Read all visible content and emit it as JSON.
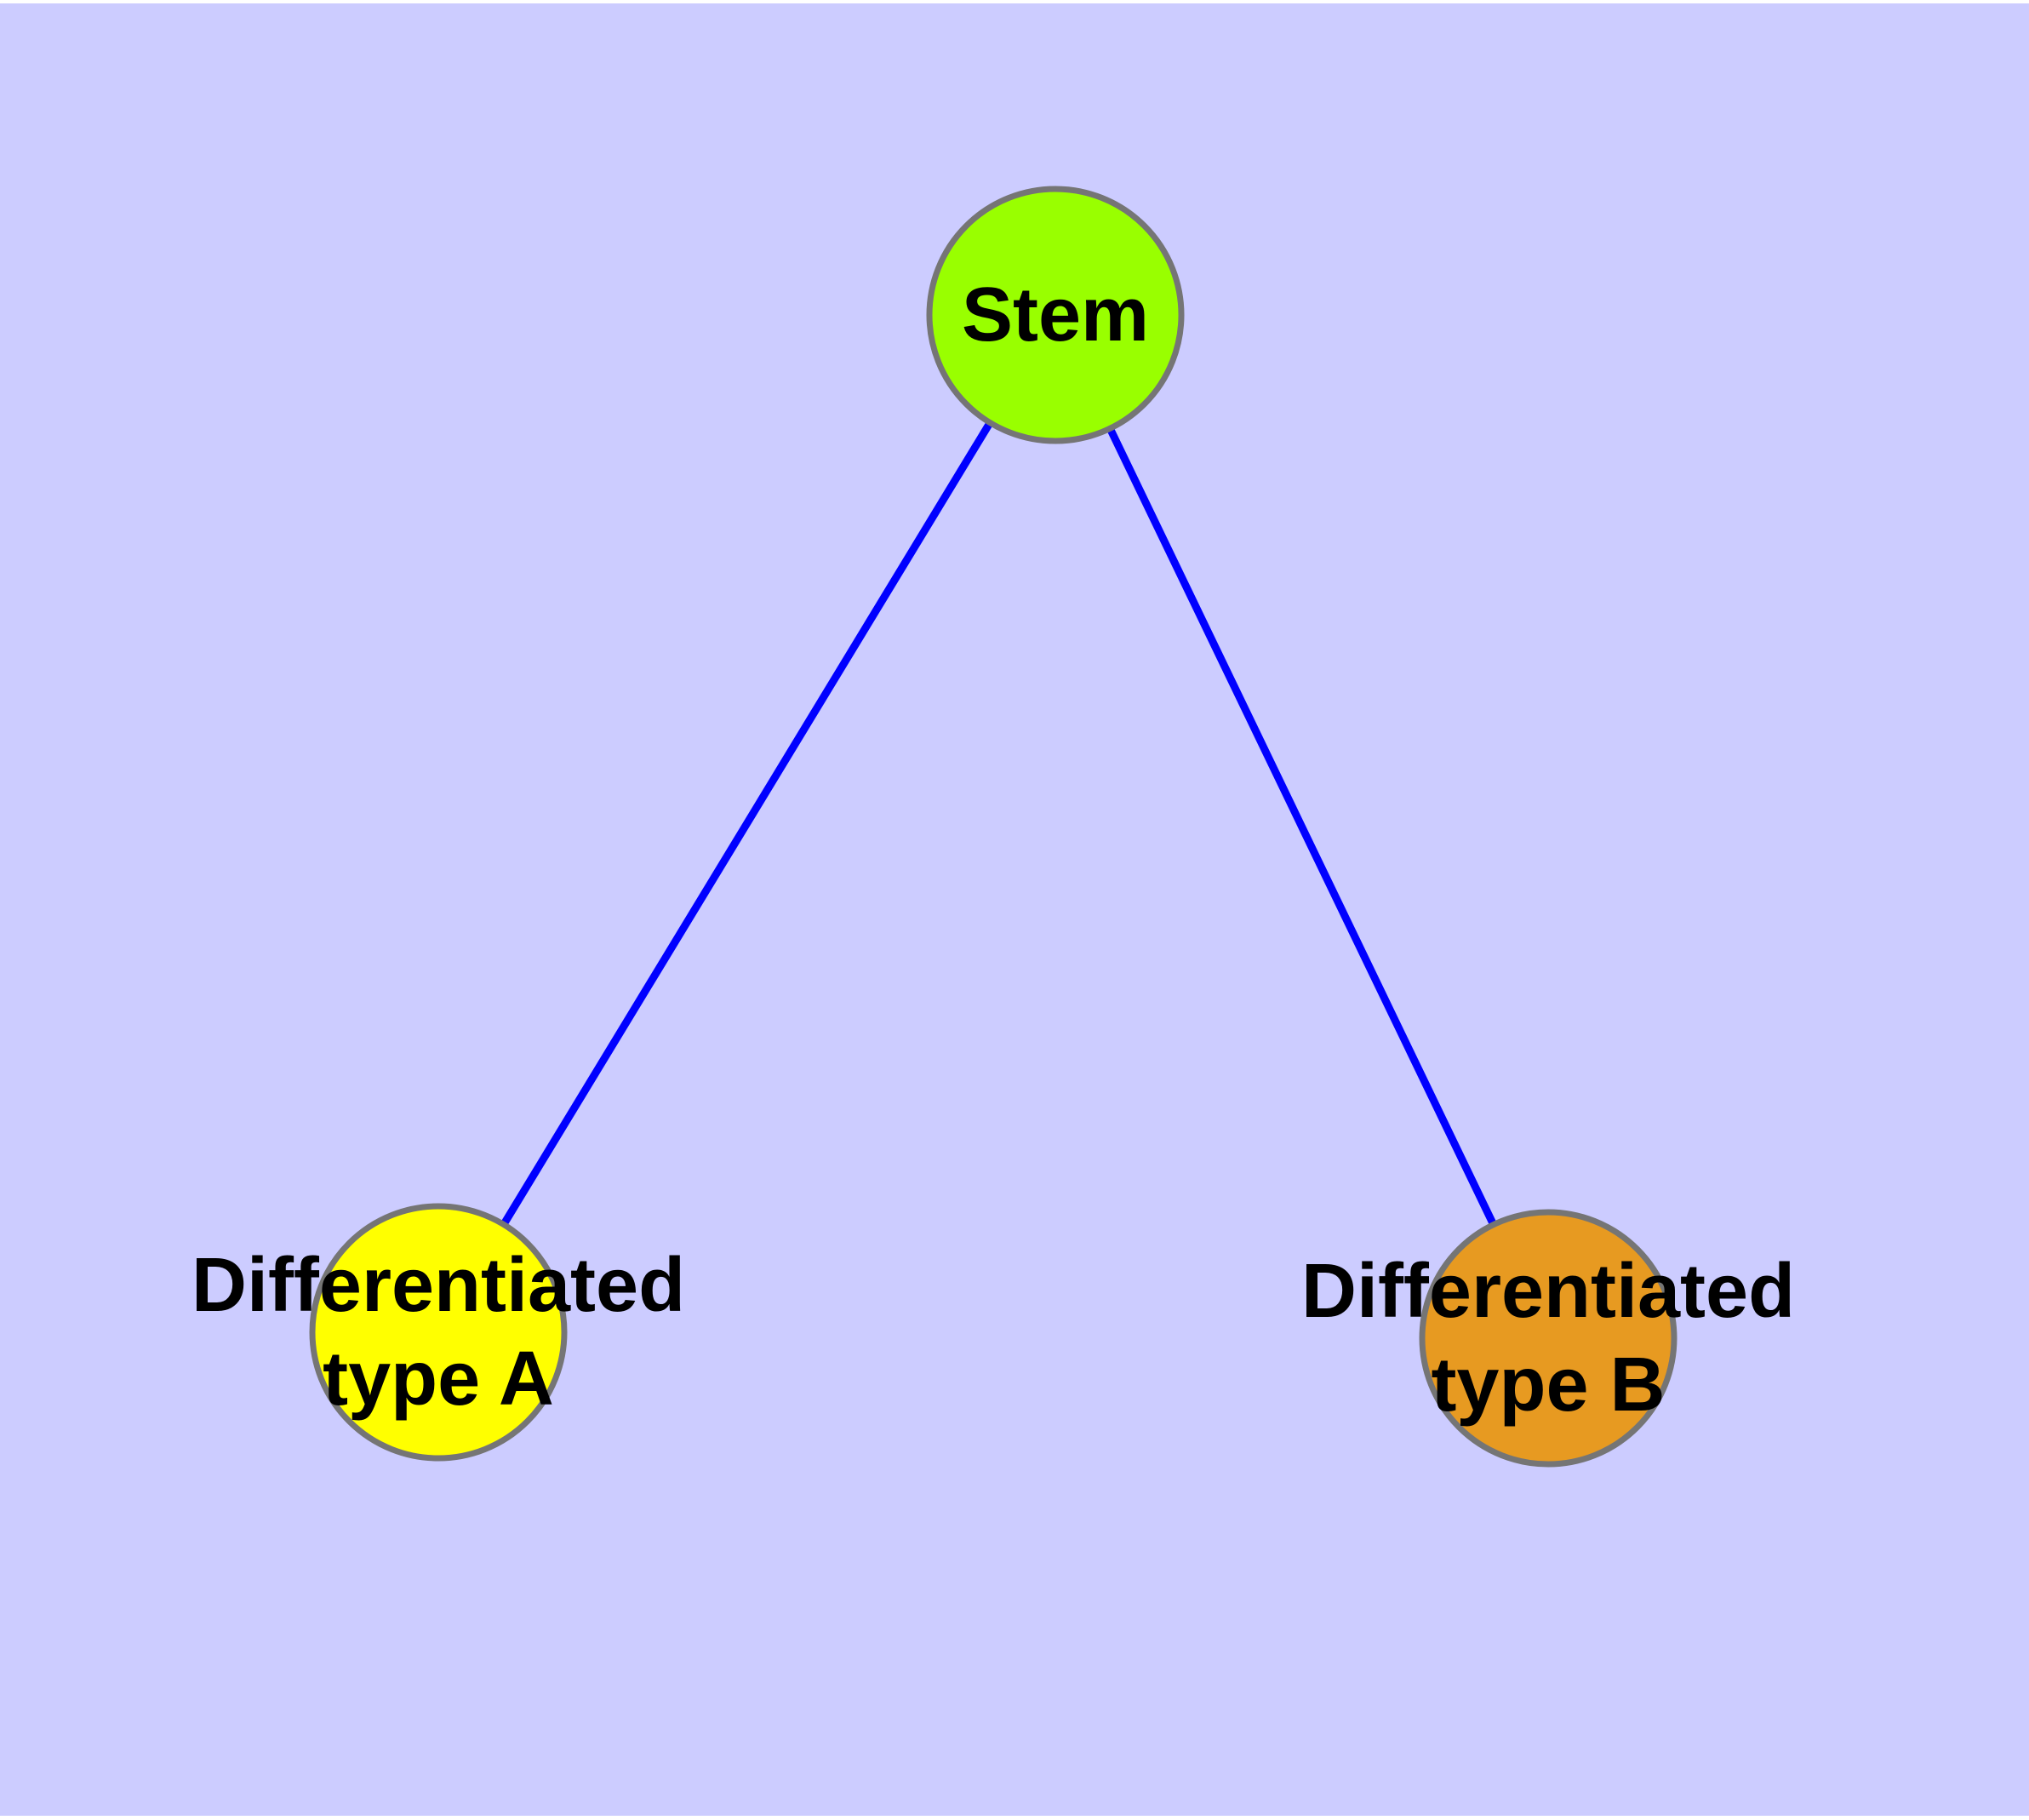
{
  "colors": {
    "page-bg": "#ffffff",
    "canvas-bg": "#ccccff",
    "edge": "#0000ff",
    "node-border": "#757575",
    "label-text": "#000000"
  },
  "diagram": {
    "type": "node-link-graph",
    "description": "Stem cell differentiation tree: one stem node with two differentiated child nodes",
    "nodes": [
      {
        "id": "stem",
        "label": "Stem",
        "fill": "#99ff00"
      },
      {
        "id": "differentiated-type-a",
        "label_line1": "Differentiated",
        "label_line2": "type A",
        "fill": "#ffff00"
      },
      {
        "id": "differentiated-type-b",
        "label_line1": "Differentiated",
        "label_line2": "type B",
        "fill": "#e79a21"
      }
    ],
    "edges": [
      {
        "from": "stem",
        "to": "differentiated-type-a"
      },
      {
        "from": "stem",
        "to": "differentiated-type-b"
      }
    ]
  }
}
